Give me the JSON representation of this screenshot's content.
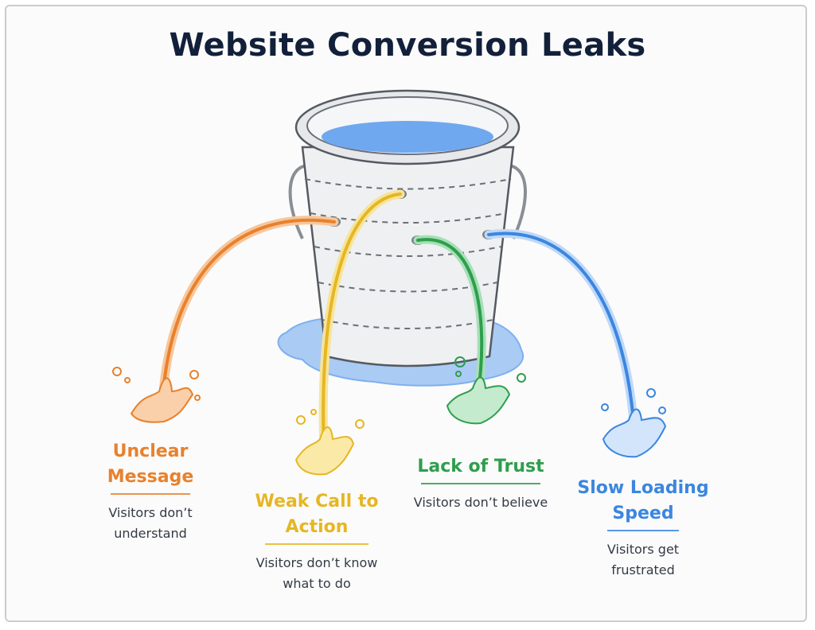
{
  "title": "Website Conversion Leaks",
  "leaks": [
    {
      "title": "Unclear Message",
      "desc": "Visitors don’t understand",
      "color": "#e8812c"
    },
    {
      "title": "Weak Call to Action",
      "desc": "Visitors don’t know what to do",
      "color": "#e6b623"
    },
    {
      "title": "Lack of Trust",
      "desc": "Visitors don’t believe",
      "color": "#2e9e4d"
    },
    {
      "title": "Slow Loading Speed",
      "desc": "Visitors get frustrated",
      "color": "#3b86e0"
    }
  ],
  "colors": {
    "water": "#6fa8ef",
    "puddle": "#a9cbf4",
    "bucket": "#eef0f2",
    "outline": "#555a61"
  }
}
